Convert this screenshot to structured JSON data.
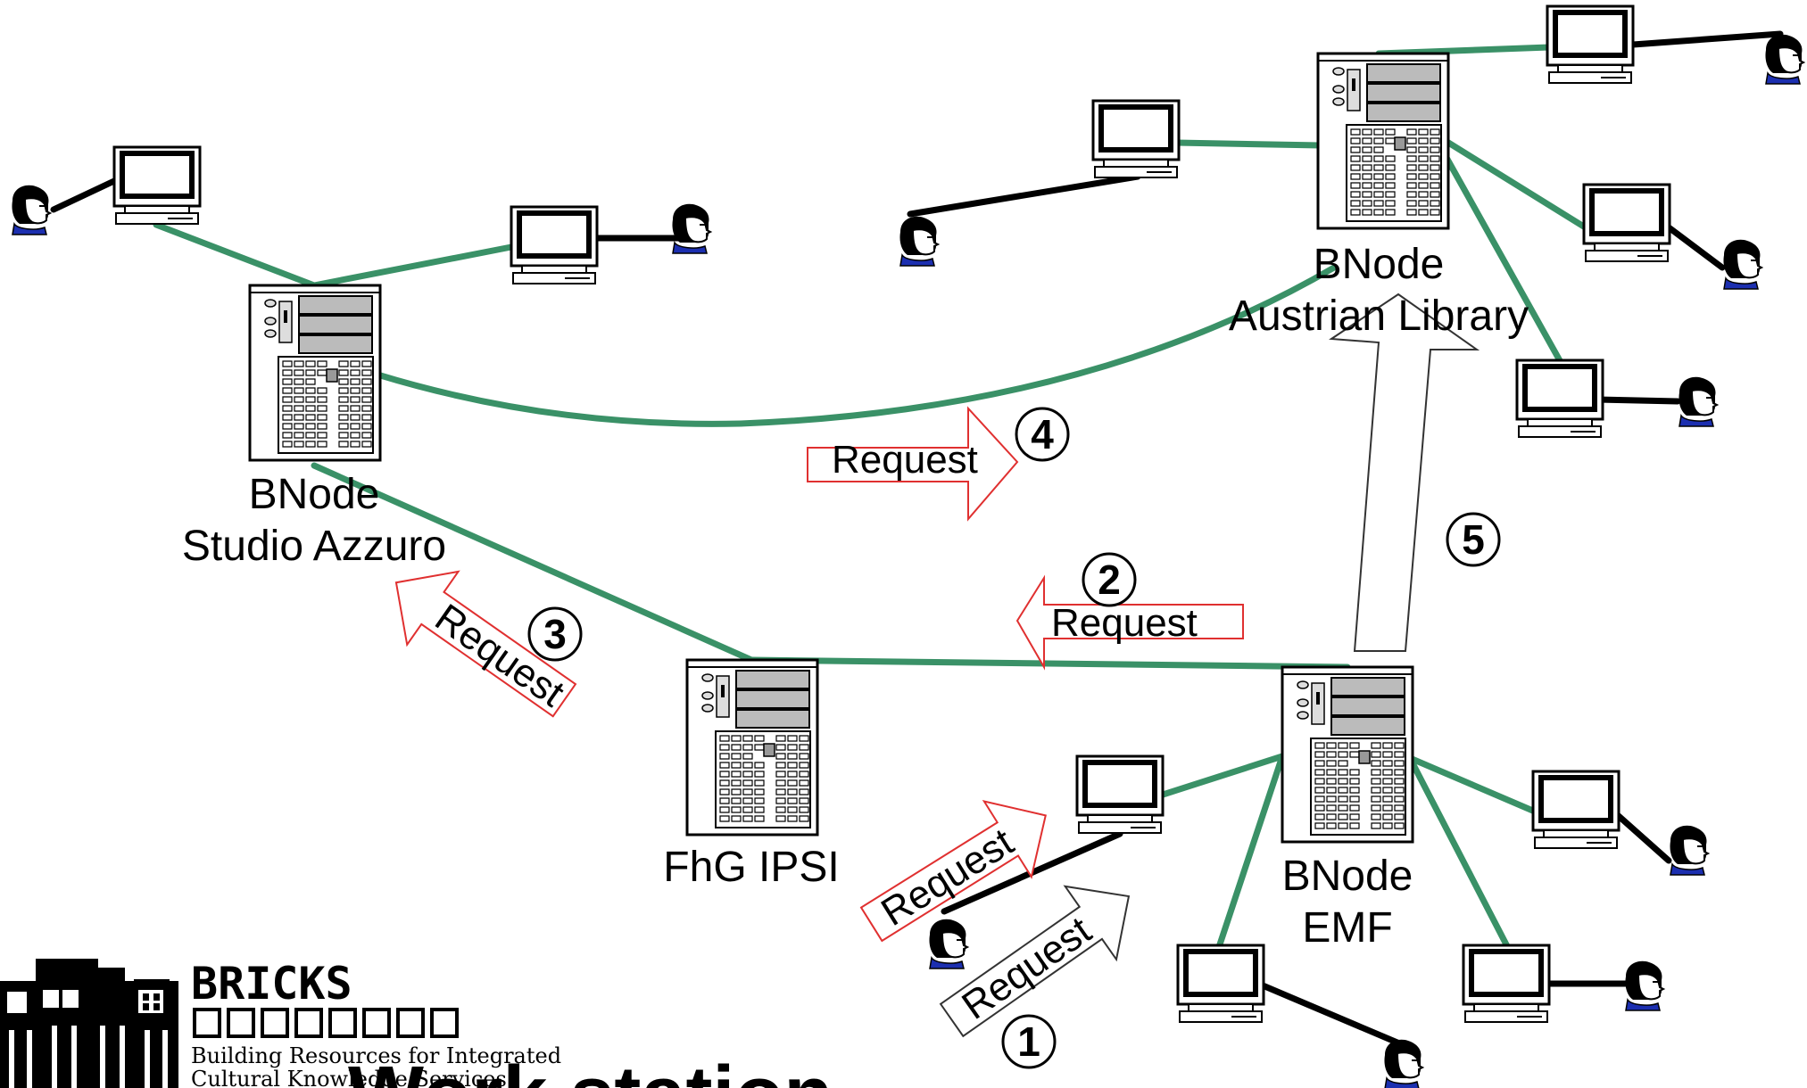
{
  "colors": {
    "link": "#3a9167",
    "user_link": "#000000",
    "request_arrow": "#e03030",
    "neutral_arrow": "#333333",
    "hair": "#000000",
    "shirt": "#1c2fb0"
  },
  "nodes": {
    "studio_azzuro": {
      "line1": "BNode",
      "line2": "Studio Azzuro"
    },
    "austrian_library": {
      "line1": "BNode",
      "line2": "Austrian Library"
    },
    "emf": {
      "line1": "BNode",
      "line2": "EMF"
    },
    "fhg_ipsi": {
      "line1": "FhG IPSI"
    }
  },
  "requests": {
    "r1": {
      "label": "Request",
      "step": "1"
    },
    "r2": {
      "label": "Request",
      "step": "2"
    },
    "r3": {
      "label": "Request",
      "step": "3"
    },
    "r4": {
      "label": "Request",
      "step": "4"
    },
    "r5": {
      "step": "5"
    },
    "r_user": {
      "label": "Request"
    }
  },
  "logo": {
    "title": "BRICKS",
    "line1": "Building Resources for Integrated",
    "line2": "Cultural Knowledge Services"
  },
  "bottom_text": "Work station",
  "icons": {
    "server": "server-tower-icon",
    "workstation": "monitor-icon",
    "user": "user-head-icon"
  }
}
